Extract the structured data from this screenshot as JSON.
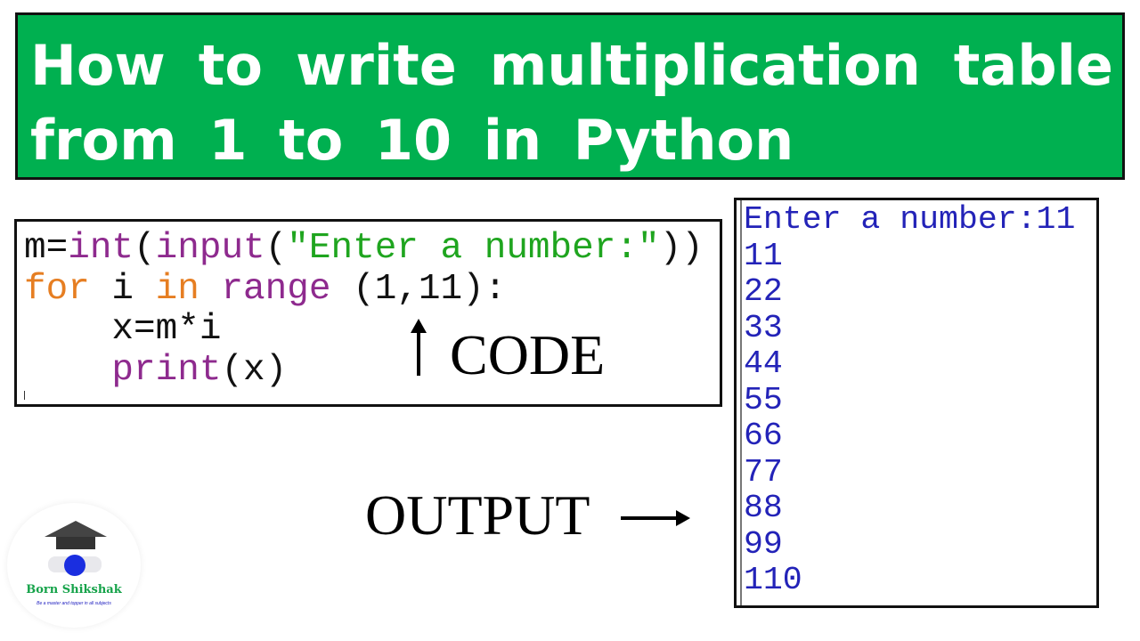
{
  "title": {
    "line1_words": [
      "How",
      "to",
      "write",
      "multiplication",
      "table"
    ],
    "line2": "from 1 to 10 in Python",
    "background": "#00b050"
  },
  "code": {
    "lines": [
      [
        {
          "t": "m=",
          "c": ""
        },
        {
          "t": "int",
          "c": "fn"
        },
        {
          "t": "(",
          "c": ""
        },
        {
          "t": "input",
          "c": "fn"
        },
        {
          "t": "(",
          "c": ""
        },
        {
          "t": "\"Enter a number:\"",
          "c": "st"
        },
        {
          "t": "))",
          "c": ""
        }
      ],
      [
        {
          "t": "for",
          "c": "kw"
        },
        {
          "t": " i ",
          "c": ""
        },
        {
          "t": "in",
          "c": "kw"
        },
        {
          "t": " ",
          "c": ""
        },
        {
          "t": "range",
          "c": "fn"
        },
        {
          "t": " (1,11):",
          "c": ""
        }
      ],
      [
        {
          "t": "    x=m*i",
          "c": ""
        }
      ],
      [
        {
          "t": "    ",
          "c": ""
        },
        {
          "t": "print",
          "c": "fn"
        },
        {
          "t": "(x)",
          "c": ""
        }
      ]
    ],
    "colors": {
      "keyword": "#e67e22",
      "builtin": "#8e2a8e",
      "string": "#1fa51f"
    }
  },
  "labels": {
    "code": "CODE",
    "output": "OUTPUT"
  },
  "output": {
    "lines": [
      "Enter a number:11",
      "11",
      "22",
      "33",
      "44",
      "55",
      "66",
      "77",
      "88",
      "99",
      "110"
    ],
    "color": "#2323b8"
  },
  "logo": {
    "name": "Born Shikshak",
    "tagline": "Be a master and topper in all subjects"
  }
}
